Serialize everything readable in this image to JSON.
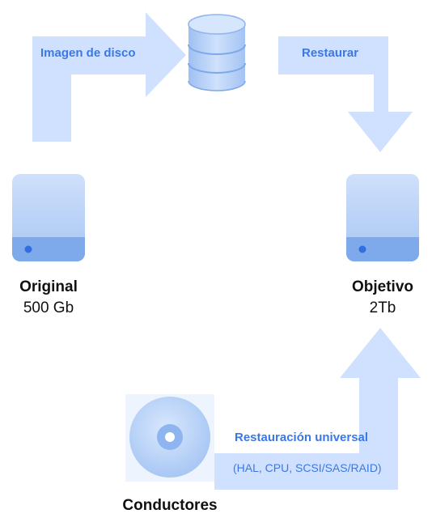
{
  "colors": {
    "arrow": "#cfe1ff",
    "drive_body": "#a9c8f5",
    "drive_dark": "#6f9ee6",
    "text_accent": "#3b78e7",
    "text_main": "#111111"
  },
  "arrows": {
    "disk_image_label": "Imagen de disco",
    "restore_label": "Restaurar",
    "universal_restore_label": "Restauración universal",
    "universal_restore_note": "(HAL, CPU, SCSI/SAS/RAID)"
  },
  "source_drive": {
    "name": "Original",
    "capacity": "500 Gb"
  },
  "target_drive": {
    "name": "Objetivo",
    "capacity": "2Tb"
  },
  "drivers_disc": {
    "name": "Conductores"
  },
  "icons": [
    "database-icon",
    "hard-drive-icon",
    "optical-disc-icon"
  ]
}
